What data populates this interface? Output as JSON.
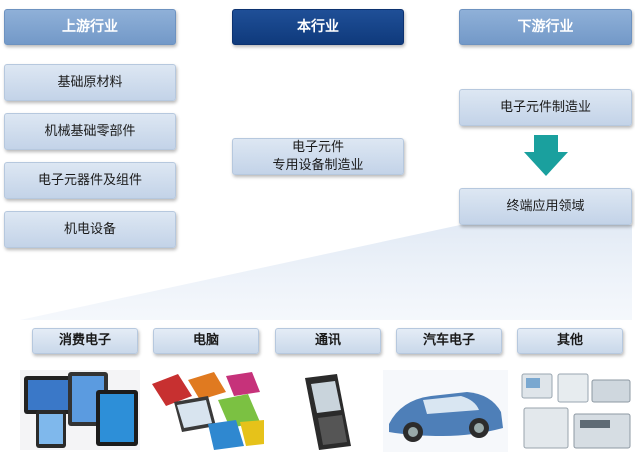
{
  "headers": {
    "upstream": "上游行业",
    "this_industry": "本行业",
    "downstream": "下游行业"
  },
  "upstream_items": [
    "基础原材料",
    "机械基础零部件",
    "电子元器件及组件",
    "机电设备"
  ],
  "this_industry": {
    "line1": "电子元件",
    "line2": "专用设备制造业"
  },
  "downstream": {
    "manufacturing": "电子元件制造业",
    "terminal": "终端应用领域"
  },
  "applications": [
    "消费电子",
    "电脑",
    "通讯",
    "汽车电子",
    "其他"
  ],
  "colors": {
    "header_light": "#7f a6d3",
    "header_dark": "#14428a",
    "box_fill": "#d3dff0",
    "arrow": "#1aa09e"
  },
  "icons": {
    "arrow": "down-arrow-icon",
    "photos": [
      "tablets-photo",
      "laptops-photo",
      "mobile-phone-photo",
      "car-photo",
      "medical-equipment-photo"
    ]
  }
}
